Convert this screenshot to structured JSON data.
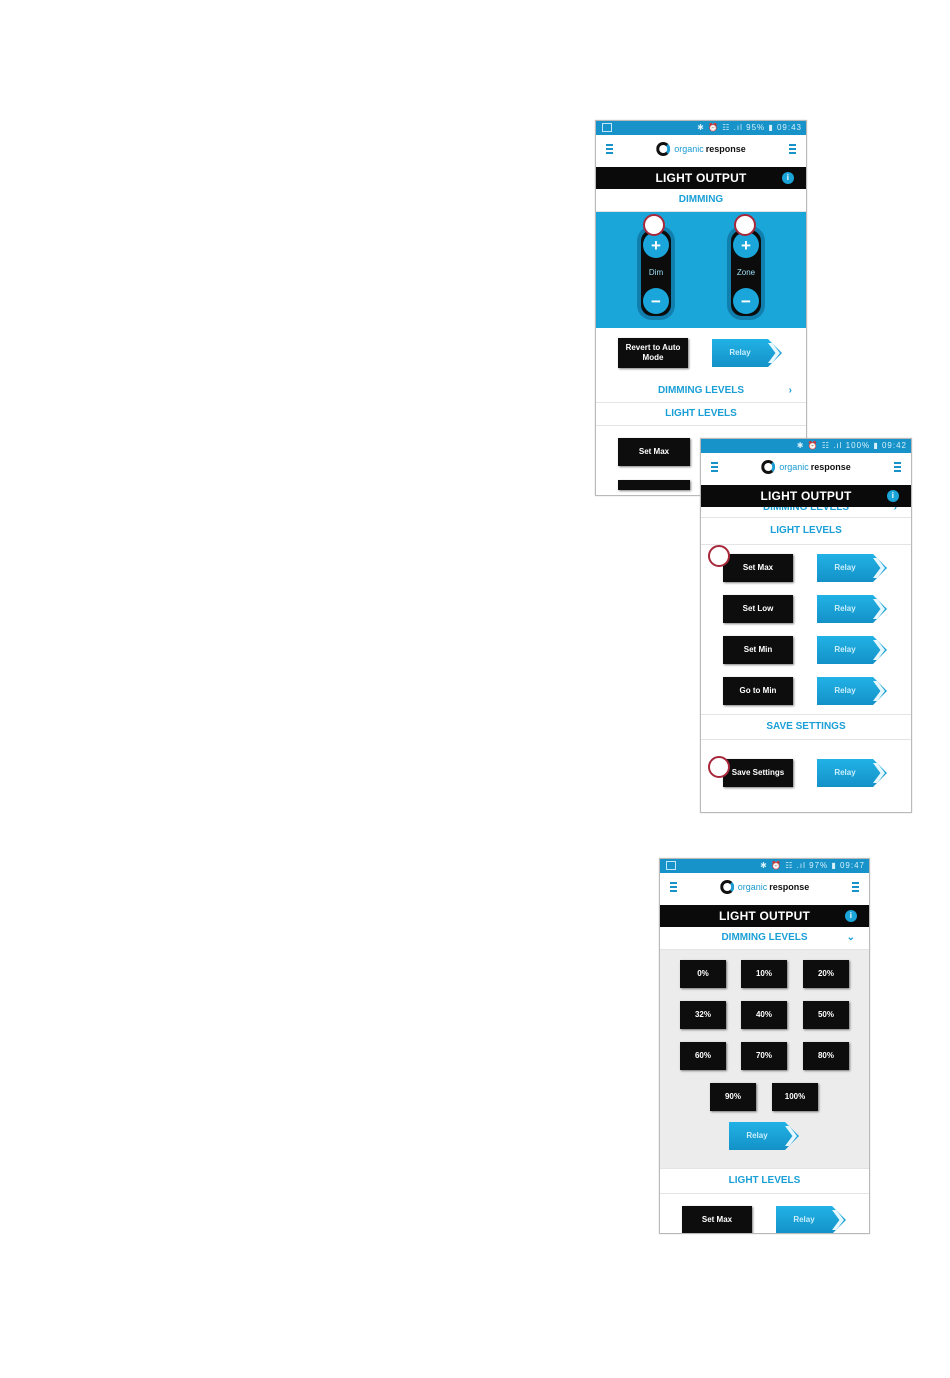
{
  "status_bar": {
    "phone1": "✱ ⏰ ☷ .ıl 95% ▮ 09:43",
    "phone2": "✱ ⏰ ☷ .ıl 100% ▮ 09:42",
    "phone3": "✱ ⏰ ☷ .ıl 97% ▮ 09:47"
  },
  "brand": {
    "organic": "organic",
    "response": "response"
  },
  "screen_title": "LIGHT OUTPUT",
  "info_glyph": "i",
  "sections": {
    "dimming": "DIMMING",
    "dimming_levels": "DIMMING LEVELS",
    "light_levels": "LIGHT LEVELS",
    "save_settings": "SAVE SETTINGS"
  },
  "dimming_controls": {
    "dim_label": "Dim",
    "zone_label": "Zone",
    "plus": "+",
    "minus": "−"
  },
  "buttons": {
    "revert_auto": "Revert to Auto Mode",
    "relay": "Relay",
    "set_max": "Set Max",
    "set_low": "Set Low",
    "set_min": "Set Min",
    "go_to_min": "Go to Min",
    "save_settings": "Save Settings"
  },
  "chevrons": {
    "collapsed": "›",
    "expanded": "⌄"
  },
  "dimming_levels": [
    "0%",
    "10%",
    "20%",
    "32%",
    "40%",
    "50%",
    "60%",
    "70%",
    "80%",
    "90%",
    "100%"
  ],
  "colors": {
    "accent": "#1ba6d9",
    "dark": "#0d0d0d",
    "marker": "#a8283b"
  }
}
